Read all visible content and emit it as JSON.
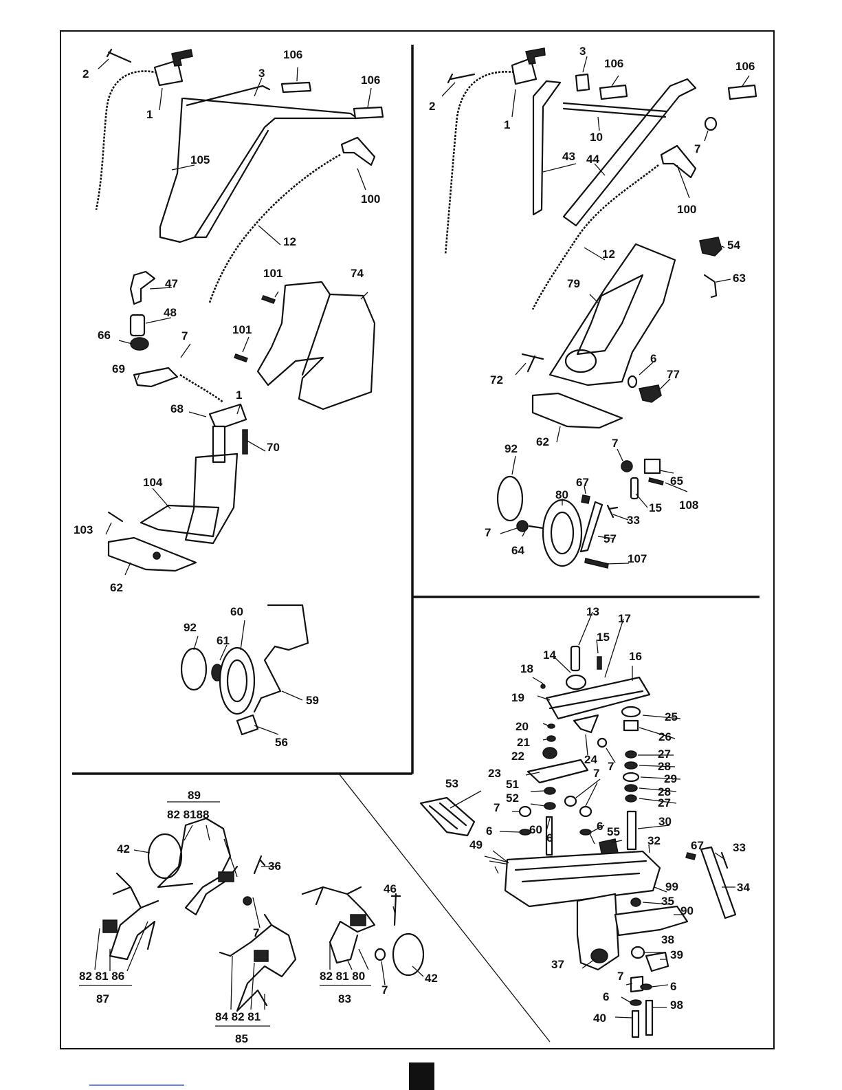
{
  "left_upper_panel": {
    "handle_assembly": [
      "1",
      "2",
      "3",
      "106",
      "106",
      "105",
      "100",
      "12"
    ],
    "body_parts": [
      "47",
      "48",
      "66",
      "7",
      "69",
      "68",
      "1",
      "70",
      "101",
      "101",
      "74",
      "104",
      "103",
      "62"
    ],
    "wheel_parts": [
      "92",
      "61",
      "60",
      "59",
      "56"
    ]
  },
  "right_upper_panel": {
    "handle_assembly": [
      "1",
      "2",
      "3",
      "106",
      "106",
      "10",
      "7",
      "43",
      "44",
      "100",
      "12"
    ],
    "body_parts": [
      "54",
      "63",
      "79",
      "72",
      "6",
      "77",
      "62"
    ],
    "wheel_parts": [
      "92",
      "7",
      "65",
      "108",
      "67",
      "15",
      "80",
      "33",
      "7",
      "64",
      "57",
      "107"
    ]
  },
  "engine_panel": {
    "labels": [
      "13",
      "17",
      "15",
      "14",
      "16",
      "18",
      "19",
      "25",
      "20",
      "26",
      "21",
      "24",
      "22",
      "27",
      "7",
      "28",
      "23",
      "29",
      "51",
      "28",
      "7",
      "52",
      "27",
      "7",
      "30",
      "6",
      "60",
      "6",
      "55",
      "32",
      "6",
      "49",
      "67",
      "33",
      "34",
      "53",
      "99",
      "35",
      "90",
      "38",
      "39",
      "37",
      "7",
      "6",
      "6",
      "98",
      "40"
    ]
  },
  "tines_panel": {
    "top_group_number": "89",
    "top_group_parts": "82 8188",
    "labels": [
      "42",
      "36",
      "46",
      "7",
      "42",
      "7"
    ],
    "groups": [
      {
        "parts": "82 81 86",
        "assembly": "87"
      },
      {
        "parts": "84 82 81",
        "assembly": "85"
      },
      {
        "parts": "82 81 80",
        "assembly": "83"
      }
    ]
  }
}
